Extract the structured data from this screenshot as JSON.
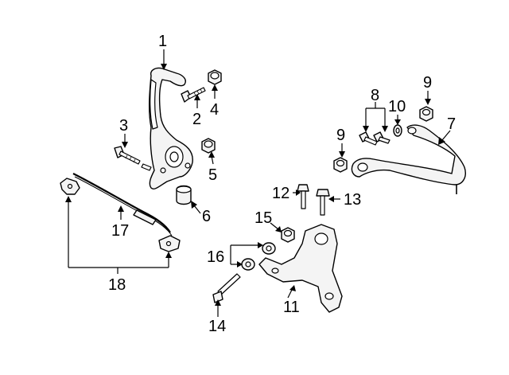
{
  "diagram": {
    "background": "#ffffff",
    "ink": "#000000",
    "callouts": [
      {
        "id": "1",
        "text": "1"
      },
      {
        "id": "2",
        "text": "2"
      },
      {
        "id": "3",
        "text": "3"
      },
      {
        "id": "4",
        "text": "4"
      },
      {
        "id": "5",
        "text": "5"
      },
      {
        "id": "6",
        "text": "6"
      },
      {
        "id": "7",
        "text": "7"
      },
      {
        "id": "8",
        "text": "8"
      },
      {
        "id": "9a",
        "text": "9"
      },
      {
        "id": "9b",
        "text": "9"
      },
      {
        "id": "10",
        "text": "10"
      },
      {
        "id": "11",
        "text": "11"
      },
      {
        "id": "12",
        "text": "12"
      },
      {
        "id": "13",
        "text": "13"
      },
      {
        "id": "14",
        "text": "14"
      },
      {
        "id": "15",
        "text": "15"
      },
      {
        "id": "16",
        "text": "16"
      },
      {
        "id": "17",
        "text": "17"
      },
      {
        "id": "18",
        "text": "18"
      }
    ]
  }
}
